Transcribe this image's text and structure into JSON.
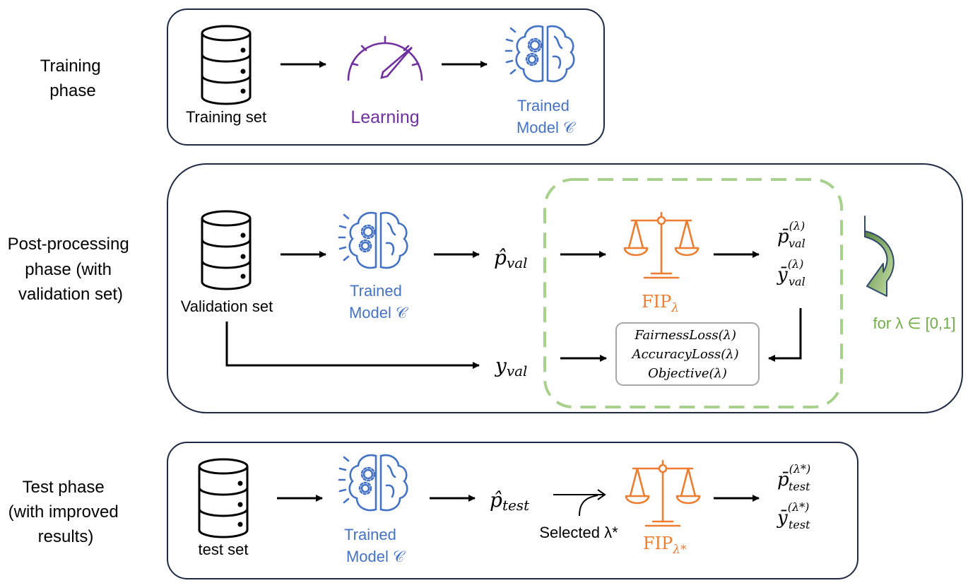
{
  "phases": {
    "training": [
      "Training",
      "phase"
    ],
    "post": [
      "Post-processing",
      "phase (with",
      "validation set)"
    ],
    "test": [
      "Test phase",
      "(with improved",
      "results)"
    ]
  },
  "datasets": {
    "training": "Training set",
    "validation": "Validation set",
    "test": "test set"
  },
  "learning_label": "Learning",
  "model_label": [
    "Trained",
    "Model 𝒞"
  ],
  "math": {
    "p_hat": "p̂",
    "p_bar": "p̄",
    "y_bar": "ȳ",
    "y": "y",
    "sub_val": "val",
    "sub_test": "test",
    "sup_lambda": "(λ)",
    "sup_lambda_star": "(λ*)"
  },
  "fip_label": "FIP",
  "fip_sub_val": "λ",
  "fip_sub_test": "λ*",
  "losses": [
    "FairnessLoss(λ)",
    "AccuracyLoss(λ)",
    "Objective(λ)"
  ],
  "loop_label": "for λ ∈ [0,1]",
  "selected_label": "Selected λ*",
  "colors": {
    "purple": "#7030a0",
    "blue": "#4472c4",
    "orange": "#ed7d31",
    "green": "#70ad47",
    "dashed_green": "#a9d18e",
    "box_border": "#1f2a44"
  }
}
